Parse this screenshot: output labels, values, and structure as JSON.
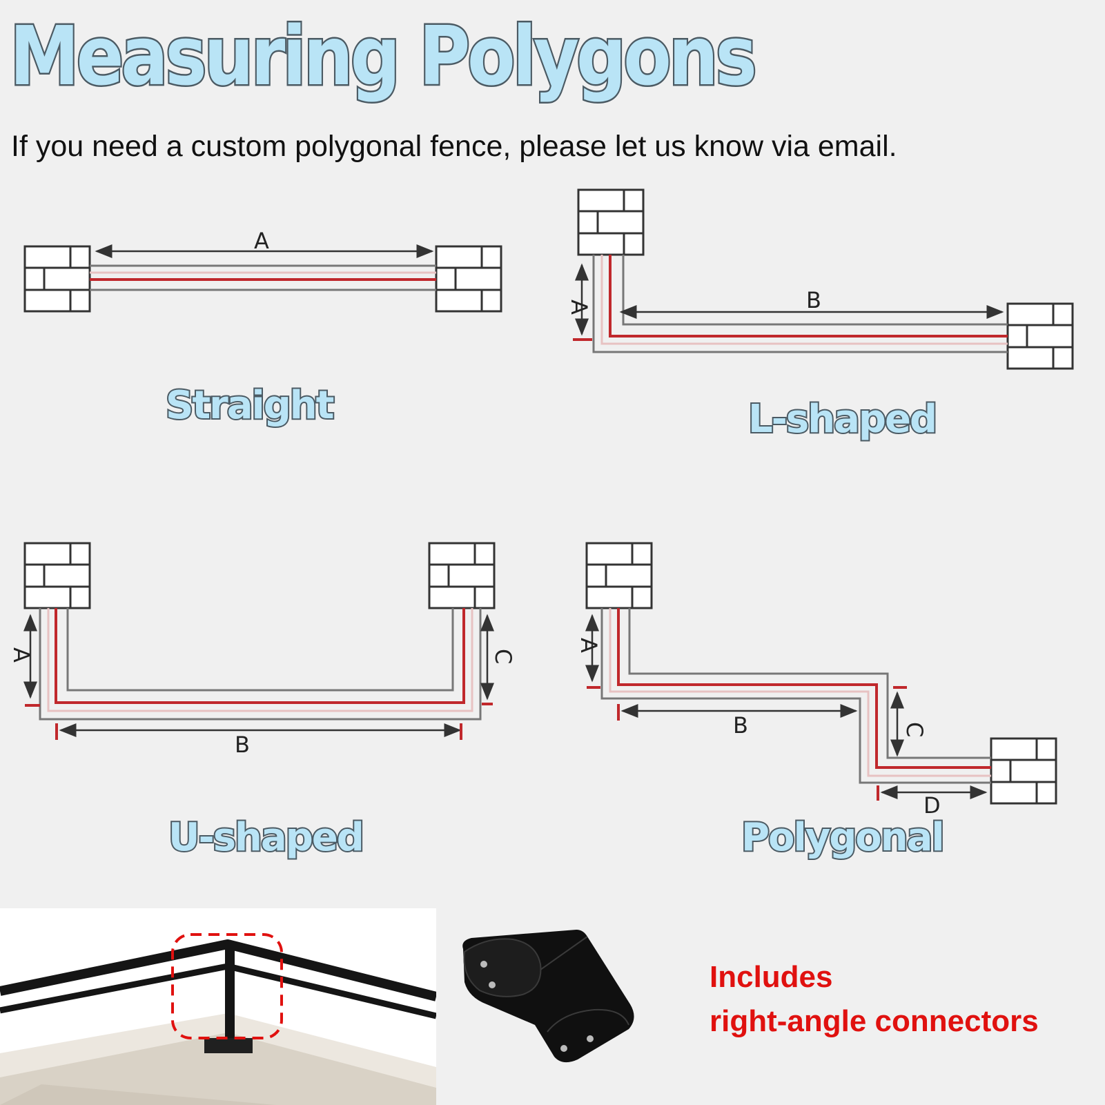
{
  "header": {
    "title": "Measuring Polygons",
    "subtitle": "If you need a custom polygonal fence, please let us know via email."
  },
  "layouts": [
    {
      "label": "Straight",
      "dimensions": [
        "A"
      ]
    },
    {
      "label": "L-shaped",
      "dimensions": [
        "A",
        "B"
      ]
    },
    {
      "label": "U-shaped",
      "dimensions": [
        "A",
        "B",
        "C"
      ]
    },
    {
      "label": "Polygonal",
      "dimensions": [
        "A",
        "B",
        "C",
        "D"
      ]
    }
  ],
  "footer": {
    "includes_line1": "Includes",
    "includes_line2": "right-angle connectors"
  },
  "colors": {
    "title_fill": "#b9e4f6",
    "title_outline": "#4b5a63",
    "rail_red": "#c0282c",
    "connector_black": "#111111",
    "includes_text": "#e0110f"
  },
  "icons": [
    "brick-pillar-icon",
    "dimension-arrow-icon",
    "corner-highlight-icon",
    "right-angle-connector-icon"
  ]
}
